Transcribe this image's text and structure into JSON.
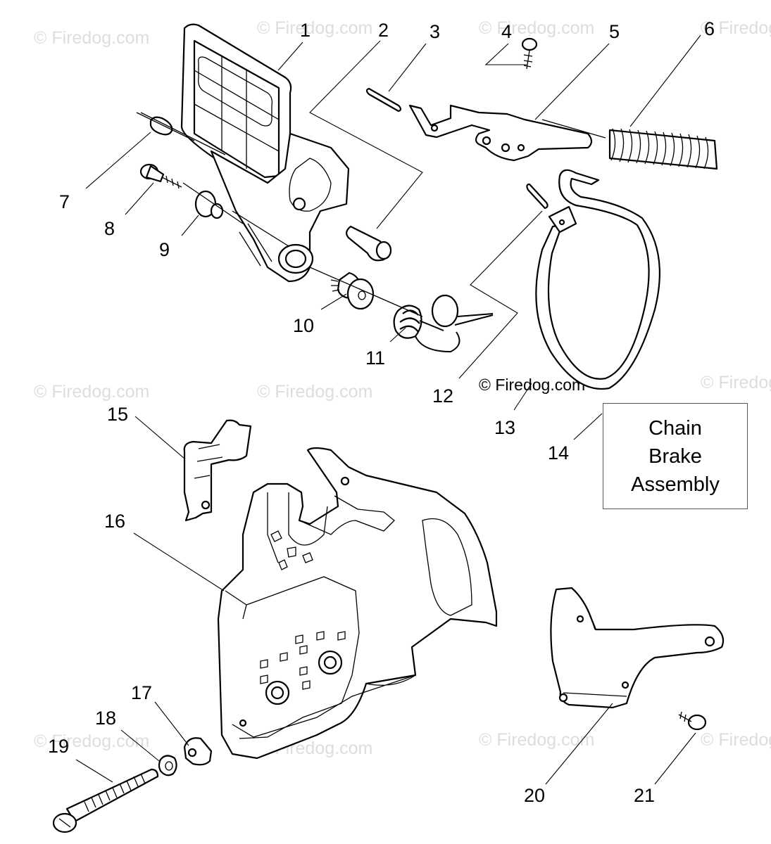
{
  "watermark": "© Firedog.com",
  "title_lines": [
    "Chain",
    "Brake",
    "Assembly"
  ],
  "callouts": [
    "1",
    "2",
    "3",
    "4",
    "5",
    "6",
    "7",
    "8",
    "9",
    "10",
    "11",
    "12",
    "13",
    "14",
    "15",
    "16",
    "17",
    "18",
    "19",
    "20",
    "21"
  ]
}
